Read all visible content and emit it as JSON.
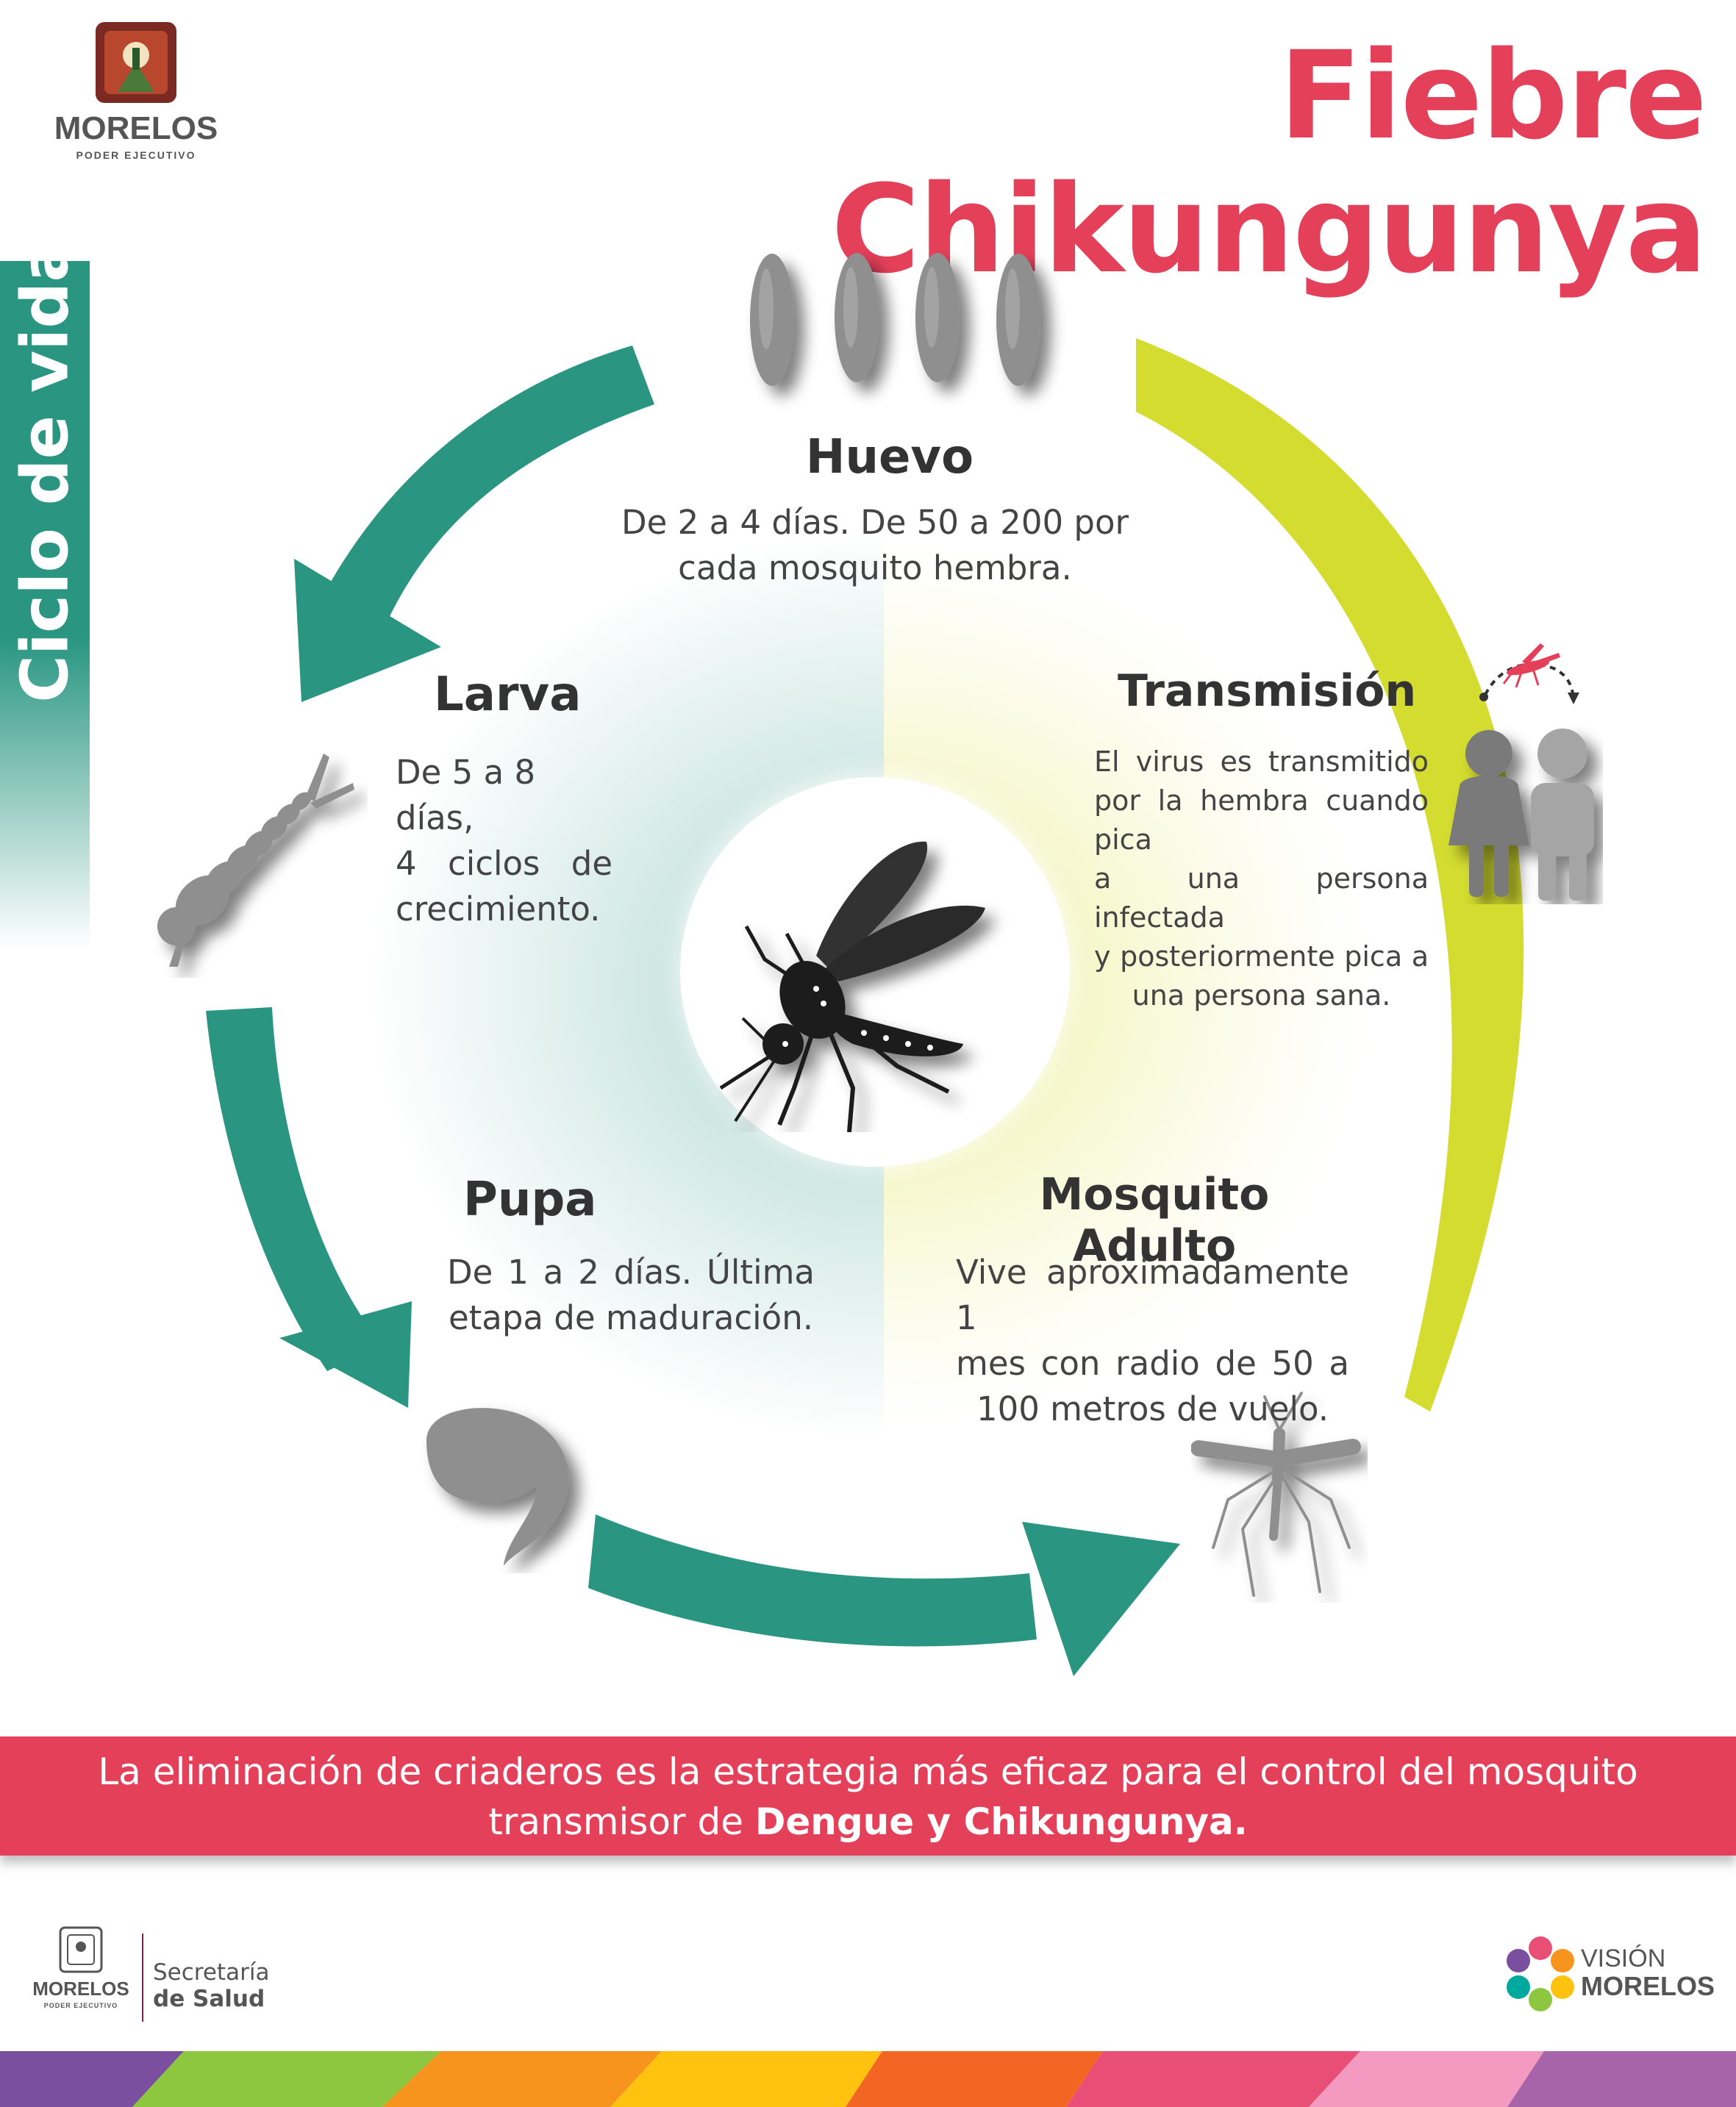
{
  "header": {
    "logo": {
      "name": "MORELOS",
      "subtitle": "PODER EJECUTIVO"
    },
    "title": "Fiebre Chikungunya"
  },
  "sidebar": {
    "label": "Ciclo de vida"
  },
  "stages": {
    "huevo": {
      "title": "Huevo",
      "desc": [
        "De 2 a 4 días. De 50 a 200 por",
        "cada mosquito hembra."
      ]
    },
    "larva": {
      "title": "Larva",
      "desc": [
        "De 5 a 8 días,",
        "4 ciclos de",
        "crecimiento."
      ]
    },
    "transmision": {
      "title": "Transmisión",
      "desc": [
        "El virus es transmitido",
        "por la hembra cuando pica",
        "a una persona infectada",
        "y posteriormente pica a",
        "una persona sana."
      ]
    },
    "pupa": {
      "title": "Pupa",
      "desc": [
        "De 1 a 2 días. Última",
        "etapa de maduración."
      ]
    },
    "adulto": {
      "title": "Mosquito Adulto",
      "desc": [
        "Vive aproximadamente 1",
        "mes con radio de 50 a",
        "100 metros de vuelo."
      ]
    }
  },
  "banner": {
    "line1": "La eliminación de criaderos es la estrategia más eficaz para el control del mosquito",
    "line2_prefix": "transmisor de ",
    "line2_bold": "Dengue y Chikungunya."
  },
  "footer": {
    "left_logo": {
      "name": "MORELOS",
      "subtitle": "PODER EJECUTIVO"
    },
    "secretaria": {
      "line1": "Secretaría",
      "line2": "de Salud"
    },
    "vision": {
      "line1": "VISIÓN",
      "line2": "MORELOS"
    }
  },
  "colors": {
    "title_red": "#e4405a",
    "teal": "#2a9682",
    "lime": "#d3dc2f",
    "banner_red": "#e4405a",
    "egg_gray": "#8f8f8f",
    "mosquito_black": "#222222"
  },
  "icons": [
    "coat-of-arms-icon",
    "egg-icon",
    "larva-icon",
    "pupa-icon",
    "adult-mosquito-icon",
    "people-icon",
    "flying-mosquito-icon",
    "central-mosquito-icon",
    "vision-morelos-icon"
  ]
}
